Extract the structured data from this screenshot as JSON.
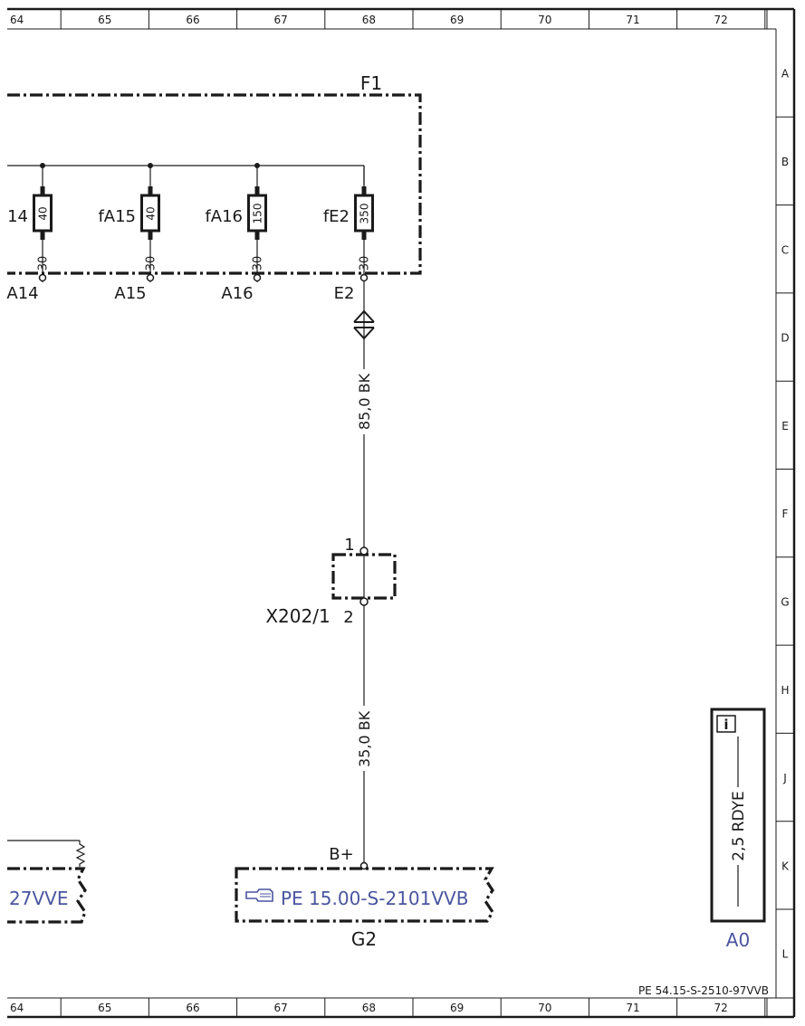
{
  "ruler": {
    "columns": [
      "64",
      "65",
      "66",
      "67",
      "68",
      "69",
      "70",
      "71",
      "72"
    ],
    "rows": [
      "A",
      "B",
      "C",
      "D",
      "E",
      "F",
      "G",
      "H",
      "J",
      "K",
      "L"
    ]
  },
  "fuse_box": {
    "label": "F1",
    "fuses": [
      {
        "name": "14",
        "rating": "40",
        "terminal": "30",
        "output": "A14"
      },
      {
        "name": "fA15",
        "rating": "40",
        "terminal": "30",
        "output": "A15"
      },
      {
        "name": "fA16",
        "rating": "150",
        "terminal": "30",
        "output": "A16"
      },
      {
        "name": "fE2",
        "rating": "350",
        "terminal": "30",
        "output": "E2"
      }
    ]
  },
  "wires": {
    "upper": "85,0 BK",
    "lower": "35,0 BK"
  },
  "connector": {
    "label": "X202/1",
    "pin_top": "1",
    "pin_bottom": "2"
  },
  "battery": {
    "label": "G2",
    "terminal": "B+",
    "reference": "PE 15.00-S-2101VVB"
  },
  "left_component": {
    "reference": "27VVE"
  },
  "info_box": {
    "text": "2,5 RDYE",
    "label": "A0"
  },
  "footer": {
    "document_code": "PE 54.15-S-2510-97VVB"
  },
  "colors": {
    "line": "#1a1a1a",
    "reference_blue": "#4a55a0"
  }
}
